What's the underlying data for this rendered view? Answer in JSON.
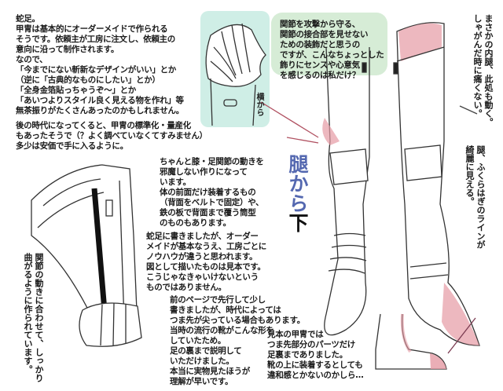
{
  "notes": {
    "intro": "蛇足。\n甲冑は基本的にオーダーメイドで作られる\nそうです。依頼主が工房に注文し、依頼主の\n意向に沿って制作されます。\nなので、\n「今までにない斬新なデザインがいい」とか\n（逆に「古典的なものにしたい」とか）\n「全身金箔貼っちゃうぞ～」とか\n「あいつよりスタイル良く見える物を作れ」等\n無茶振りがたくさんあったのかもしれません。",
    "later": "後の時代になってくると、甲冑の標準化・量産化\nもあったそうで（？よく調べていなくてすみません）\n多少は安価で手に入るように。",
    "side_label": "横から",
    "bubble": "関節を攻撃から守る、\n関節の接合部を見せない\nための装飾だと思うの\nですが、こんなちょっとした\n飾りにセンスや心意気\nを感じるのは私だけ？",
    "inner_thigh": "まさかの内腿、此処も動く。\nしゃがんだ時に痛くない。",
    "calf_line": "腿、ふくらはぎのラインが\n綺麗に見える。",
    "knee_joint": "ちゃんと膝・足関節の動きを\n邪魔しない作りになって\nいます。\n体の前面だけ装着するもの\n（背面をベルトで固定）や、\n鉄の板で背面まで覆う筒型\nのものもあります。",
    "order_made": "蛇足に書きましたが、オーダー\nメイドが基本なうえ、工房ごとに\nノウハウが違うと思われます。\n図として描いたものは見本です。\nこうじゃなきゃいけないという\nものではありません。",
    "pointed_toe": "前のページで先行して少し\n書きましたが、時代によっては\nつま先が尖っている場合もあります。\n当時の流行の靴がこんな形を\nしていたため。\n足の裏まで説明して\nいただけました。\n本当に実物見たほうが\n理解が早いです。",
    "sample": "見本の甲冑では\nつま先部分のパーツだけ\n足裏までありました。\n靴の上に装着するとしても\n違和感とかないのかしら…",
    "joint_bend": "関節の動きに合わせて、しっかり\n曲がるように作られています。"
  },
  "title": {
    "main": "腿から",
    "last": "下"
  },
  "colors": {
    "panel": "#cfeee6",
    "bubble": "#d6ecd6",
    "accent_pink": "#e59aa4",
    "title_blue": "#5468b0"
  }
}
